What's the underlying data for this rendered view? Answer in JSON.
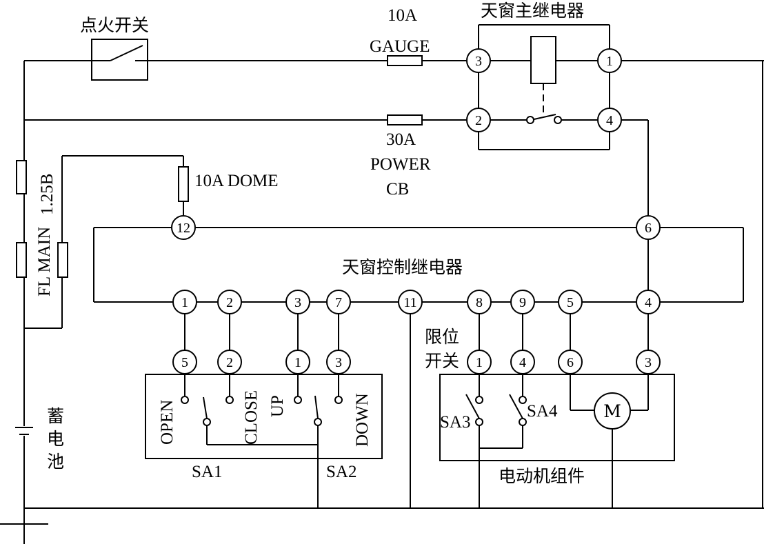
{
  "labels": {
    "ignition_switch": "点火开关",
    "fuse_gauge_a": "10A",
    "fuse_gauge_b": "GAUGE",
    "main_relay": "天窗主继电器",
    "fuse_power_a": "30A",
    "fuse_power_b": "POWER",
    "fuse_power_c": "CB",
    "fuse_dome": "10A  DOME",
    "fuse_125b": "1.25B",
    "fuse_fl_main": "FL MAIN",
    "control_relay": "天窗控制继电器",
    "limit_switch_a": "限位",
    "limit_switch_b": "开关",
    "battery_1": "蓄",
    "battery_2": "电",
    "battery_3": "池",
    "sw_open": "OPEN",
    "sw_close": "CLOSE",
    "sw_up": "UP",
    "sw_down": "DOWN",
    "sa1": "SA1",
    "sa2": "SA2",
    "sa3": "SA3",
    "sa4": "SA4",
    "motor": "M",
    "motor_assembly": "电动机组件"
  },
  "main_relay_terminals": {
    "t3": "3",
    "t1": "1",
    "t2": "2",
    "t4": "4"
  },
  "control_relay_terminals": {
    "t12": "12",
    "t6": "6",
    "t1": "1",
    "t2": "2",
    "t3": "3",
    "t7": "7",
    "t11": "11",
    "t8": "8",
    "t9": "9",
    "t5": "5",
    "t4": "4"
  },
  "switch_terminals": {
    "t5": "5",
    "t2": "2",
    "t1": "1",
    "t3": "3"
  },
  "motor_terminals": {
    "t1": "1",
    "t4": "4",
    "t6": "6",
    "t3": "3"
  }
}
